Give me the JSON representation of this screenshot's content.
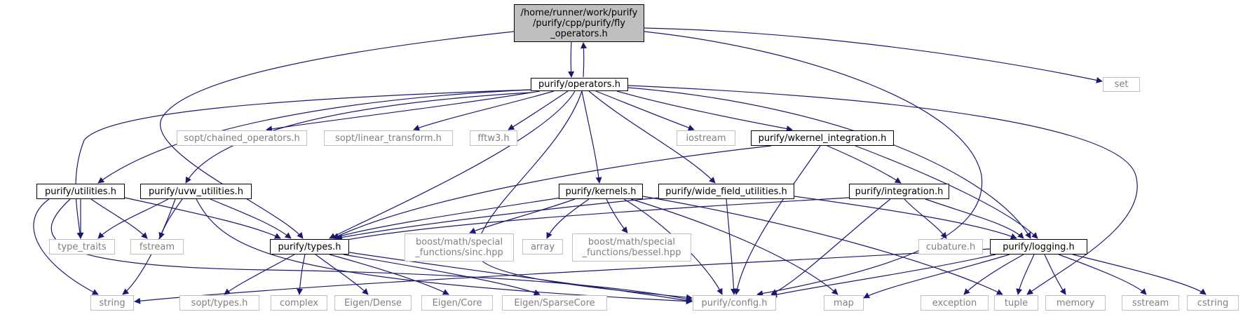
{
  "colors": {
    "edge": "#191970",
    "root_fill": "#bfbfbf",
    "internal_border": "#000000",
    "external_border": "#bfbfbf",
    "external_text": "#7f7f7f"
  },
  "nodes": {
    "fly_operators": "/home/runner/work/purify\n/purify/cpp/purify/fly\n_operators.h",
    "operators": "purify/operators.h",
    "set": "set",
    "chained_operators": "sopt/chained_operators.h",
    "linear_transform": "sopt/linear_transform.h",
    "fftw3": "fftw3.h",
    "iostream": "iostream",
    "wkernel_integration": "purify/wkernel_integration.h",
    "utilities": "purify/utilities.h",
    "uvw_utilities": "purify/uvw_utilities.h",
    "kernels": "purify/kernels.h",
    "wide_field_utilities": "purify/wide_field_utilities.h",
    "integration": "purify/integration.h",
    "type_traits": "type_traits",
    "fstream": "fstream",
    "types": "purify/types.h",
    "sinc": "boost/math/special\n_functions/sinc.hpp",
    "array": "array",
    "bessel": "boost/math/special\n_functions/bessel.hpp",
    "cubature": "cubature.h",
    "logging": "purify/logging.h",
    "string": "string",
    "sopt_types": "sopt/types.h",
    "complex": "complex",
    "eigen_dense": "Eigen/Dense",
    "eigen_core": "Eigen/Core",
    "eigen_sparsecore": "Eigen/SparseCore",
    "config": "purify/config.h",
    "map": "map",
    "exception": "exception",
    "tuple": "tuple",
    "memory": "memory",
    "sstream": "sstream",
    "cstring": "cstring"
  }
}
